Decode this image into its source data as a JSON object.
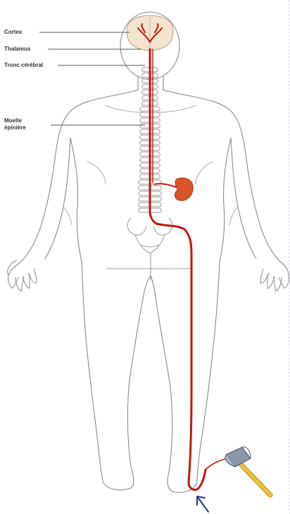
{
  "labels": {
    "cortex": "Cortex",
    "thalamus": "Thalamus",
    "brainstem": "Tronc cérébral",
    "spinal_cord_line1": "Moelle",
    "spinal_cord_line2": "épinière"
  },
  "icons": {
    "hammer": "reflex-hammer-icon",
    "arrow": "arrow-icon"
  },
  "colors": {
    "nerve_pathway": "#c0180f",
    "body_outline": "#8a8a8a",
    "cortex_fill": "#f4e3cf",
    "kidney": "#d9542a",
    "arrow": "#1d3a86",
    "hammer_head": "#8a96aa",
    "hammer_handle": "#e8c43c"
  }
}
